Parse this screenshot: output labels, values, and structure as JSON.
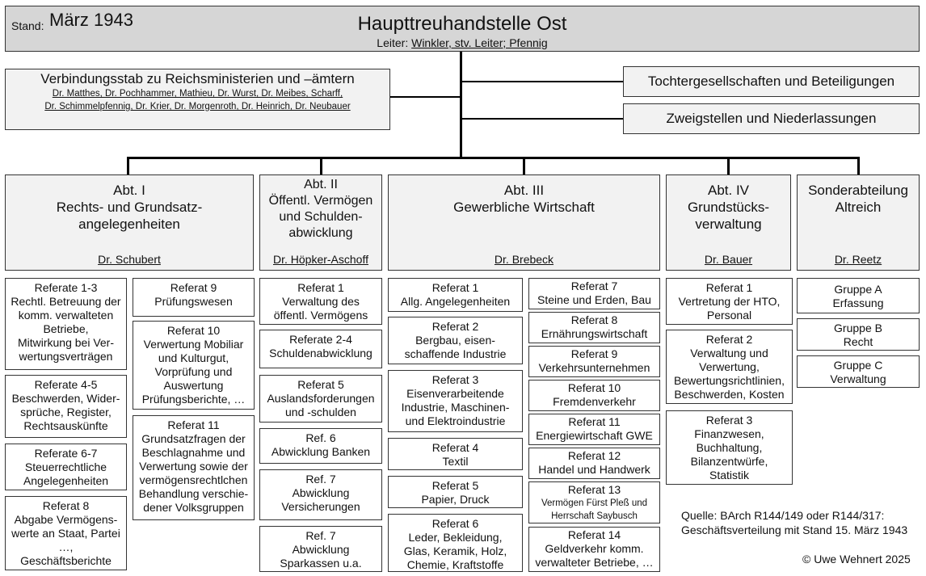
{
  "header": {
    "stand_label": "Stand:",
    "stand_date": "März 1943",
    "title": "Haupttreuhandstelle Ost",
    "leiter_label": "Leiter:",
    "leiter_names": "Winkler, stv. Leiter; Pfennig"
  },
  "liaison": {
    "title": "Verbindungsstab zu Reichsministerien und –ämtern",
    "names_line1": "Dr. Matthes, Dr. Pochhammer, Mathieu, Dr. Wurst, Dr. Meibes, Scharff,",
    "names_line2": "Dr. Schimmelpfennig, Dr. Krier, Dr. Morgenroth, Dr. Heinrich, Dr. Neubauer"
  },
  "side": {
    "subsidiaries": "Tochtergesellschaften und Beteiligungen",
    "branches": "Zweigstellen und Niederlassungen"
  },
  "departments": [
    {
      "name": "Abt. I\nRechts- und Grundsatz-\nangelegenheiten",
      "head": "Dr. Schubert"
    },
    {
      "name": "Abt. II\nÖffentl. Vermögen\nund Schulden-\nabwicklung",
      "head": "Dr. Höpker-Aschoff"
    },
    {
      "name": "Abt. III\nGewerbliche Wirtschaft",
      "head": "Dr. Brebeck"
    },
    {
      "name": "Abt. IV\nGrundstücks-\nverwaltung",
      "head": "Dr. Bauer"
    },
    {
      "name": "Sonderabteilung\nAltreich",
      "head": "Dr. Reetz"
    }
  ],
  "referate": {
    "abt1_col1": [
      {
        "title": "Referate 1-3",
        "body": "Rechtl. Betreuung der\nkomm. verwalteten\nBetriebe,\nMitwirkung bei Ver-\nwertungsverträgen"
      },
      {
        "title": "Referate 4-5",
        "body": "Beschwerden, Wider-\nsprüche, Register,\nRechtsauskünfte"
      },
      {
        "title": "Referate 6-7",
        "body": "Steuerrechtliche\nAngelegenheiten"
      },
      {
        "title": "Referat 8",
        "body": "Abgabe Vermögens-\nwerte an Staat, Partei\n…,\nGeschäftsberichte"
      }
    ],
    "abt1_col2": [
      {
        "title": "Referat 9",
        "body": "Prüfungswesen"
      },
      {
        "title": "Referat 10",
        "body": "Verwertung Mobiliar\nund Kulturgut,\nVorprüfung und\nAuswertung\nPrüfungsberichte, …"
      },
      {
        "title": "Referat 11",
        "body": "Grundsatzfragen der\nBeschlagnahme und\nVerwertung sowie der\nvermögensrechtlchen\nBehandlung verschie-\ndener Volksgruppen"
      }
    ],
    "abt2": [
      {
        "title": "Referat 1",
        "body": "Verwaltung des\nöffentl. Vermögens"
      },
      {
        "title": "Referate 2-4",
        "body": "Schuldenabwicklung"
      },
      {
        "title": "Referat 5",
        "body": "Auslandsforderungen\nund -schulden"
      },
      {
        "title": "Ref. 6",
        "body": "Abwicklung Banken"
      },
      {
        "title": "Ref. 7",
        "body": "Abwicklung\nVersicherungen"
      },
      {
        "title": "Ref. 7",
        "body": "Abwicklung\nSparkassen u.a."
      }
    ],
    "abt3_col1": [
      {
        "title": "Referat 1",
        "body": "Allg. Angelegenheiten"
      },
      {
        "title": "Referat 2",
        "body": "Bergbau, eisen-\nschaffende Industrie"
      },
      {
        "title": "Referat 3",
        "body": "Eisenverarbeitende\nIndustrie, Maschinen-\nund Elektroindustrie"
      },
      {
        "title": "Referat 4",
        "body": "Textil"
      },
      {
        "title": "Referat 5",
        "body": "Papier, Druck"
      },
      {
        "title": "Referat 6",
        "body": "Leder, Bekleidung,\nGlas, Keramik, Holz,\nChemie, Kraftstoffe"
      }
    ],
    "abt3_col2": [
      {
        "title": "Referat 7",
        "body": "Steine und Erden, Bau"
      },
      {
        "title": "Referat 8",
        "body": "Ernährungswirtschaft"
      },
      {
        "title": "Referat 9",
        "body": "Verkehrsunternehmen"
      },
      {
        "title": "Referat 10",
        "body": "Fremdenverkehr"
      },
      {
        "title": "Referat 11",
        "body": "Energiewirtschaft GWE"
      },
      {
        "title": "Referat 12",
        "body": "Handel und Handwerk"
      },
      {
        "title": "Referat 13",
        "body": "Vermögen Fürst Pleß und\nHerrschaft Saybusch"
      },
      {
        "title": "Referat 14",
        "body": "Geldverkehr komm.\nverwalteter Betriebe, …"
      }
    ],
    "abt4": [
      {
        "title": "Referat 1",
        "body": "Vertretung der HTO,\nPersonal"
      },
      {
        "title": "Referat 2",
        "body": "Verwaltung und\nVerwertung,\nBewertungsrichtlinien,\nBeschwerden, Kosten"
      },
      {
        "title": "Referat 3",
        "body": "Finanzwesen,\nBuchhaltung,\nBilanzentwürfe,\nStatistik"
      }
    ],
    "sonder": [
      {
        "title": "Gruppe A",
        "body": "Erfassung"
      },
      {
        "title": "Gruppe B",
        "body": "Recht"
      },
      {
        "title": "Gruppe C",
        "body": "Verwaltung"
      }
    ]
  },
  "source": {
    "line1": "Quelle: BArch R144/149 oder R144/317:",
    "line2": "Geschäftsverteilung mit Stand 15. März 1943"
  },
  "copyright": "© Uwe Wehnert 2025"
}
